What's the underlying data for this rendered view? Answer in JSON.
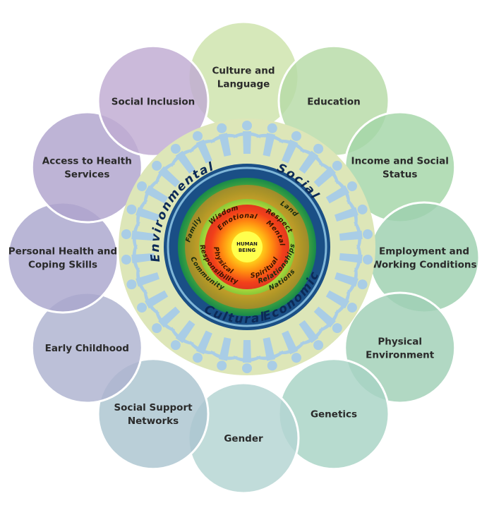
{
  "factors": [
    {
      "label": [
        "Culture and",
        "Language"
      ],
      "color": "#cde3ab"
    },
    {
      "label": [
        "Education"
      ],
      "color": "#b6dba6"
    },
    {
      "label": [
        "Income and Social",
        "Status"
      ],
      "color": "#a4d5a7"
    },
    {
      "label": [
        "Employment and",
        "Working Conditions"
      ],
      "color": "#9ccfae"
    },
    {
      "label": [
        "Physical",
        "Environment"
      ],
      "color": "#a0d0b6"
    },
    {
      "label": [
        "Genetics"
      ],
      "color": "#a7d3c4"
    },
    {
      "label": [
        "Gender"
      ],
      "color": "#b3d4d2"
    },
    {
      "label": [
        "Social Support",
        "Networks"
      ],
      "color": "#abc4cf"
    },
    {
      "label": [
        "Early Childhood"
      ],
      "color": "#adb2cf"
    },
    {
      "label": [
        "Personal Health and",
        "Coping Skills"
      ],
      "color": "#aaa6cd"
    },
    {
      "label": [
        "Access to Health",
        "Services"
      ],
      "color": "#b0a3cd"
    },
    {
      "label": [
        "Social Inclusion"
      ],
      "color": "#c0abd2"
    }
  ],
  "outer_ring": {
    "environmental": "Environmental",
    "social": "Social",
    "economic": "Economic",
    "cultural": "Cultural"
  },
  "middle_ring": {
    "family": "Family",
    "land": "Land",
    "relationships": "Relationships",
    "nations": "Nations",
    "community": "Community"
  },
  "inner_ring": {
    "wisdom": "Wisdom",
    "respect": "Respect",
    "responsibility": "Responsibility"
  },
  "core_ring": {
    "emotional": "Emotional",
    "mental": "Mental",
    "spiritual": "Spiritual",
    "physical": "Physical"
  },
  "center": [
    "HUMAN",
    "BEING"
  ]
}
